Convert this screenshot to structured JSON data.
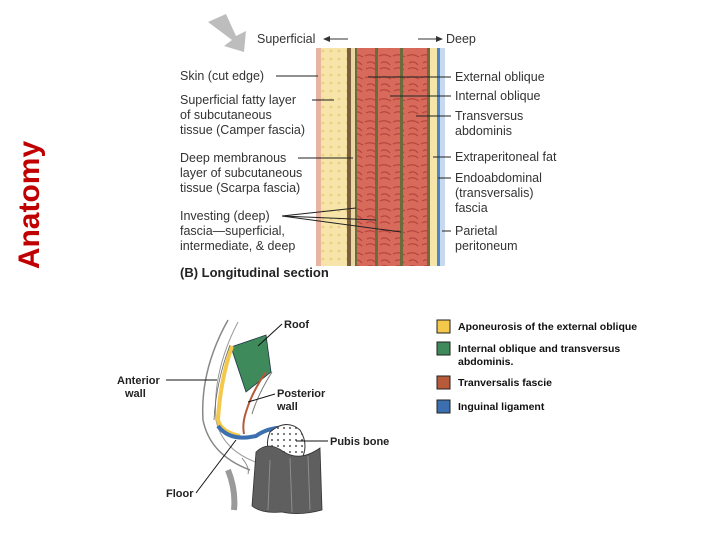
{
  "slide": {
    "side_title": "Anatomy"
  },
  "top_figure": {
    "direction_left": "Superficial",
    "direction_right": "Deep",
    "left_labels": [
      [
        "Skin (cut edge)"
      ],
      [
        "Superficial fatty layer",
        "of subcutaneous",
        "tissue (Camper fascia)"
      ],
      [
        "Deep membranous",
        "layer of subcutaneous",
        "tissue (Scarpa fascia)"
      ],
      [
        "Investing (deep)",
        "fascia—superficial,",
        "intermediate, & deep"
      ]
    ],
    "right_labels": [
      [
        "External oblique"
      ],
      [
        "Internal oblique"
      ],
      [
        "Transversus",
        "abdominis"
      ],
      [
        "Extraperitoneal fat"
      ],
      [
        "Endoabdominal",
        "(transversalis)",
        "fascia"
      ],
      [
        "Parietal",
        "peritoneum"
      ]
    ],
    "caption": "(B) Longitudinal section"
  },
  "bottom_figure": {
    "labels": {
      "roof": "Roof",
      "anterior_wall": [
        "Anterior",
        "wall"
      ],
      "posterior_wall": [
        "Posterior",
        "wall"
      ],
      "pubis_bone": "Pubis bone",
      "floor": "Floor"
    }
  },
  "legend": {
    "items": [
      {
        "label": [
          "Aponeurosis of the external oblique"
        ],
        "color": "#f4c84a"
      },
      {
        "label": [
          "Internal oblique and transversus",
          "abdominis."
        ],
        "color": "#3e8a5b"
      },
      {
        "label": [
          "Tranversalis fascie"
        ],
        "color": "#b85a3a"
      },
      {
        "label": [
          "Inguinal ligament"
        ],
        "color": "#3b6fb0"
      }
    ]
  }
}
